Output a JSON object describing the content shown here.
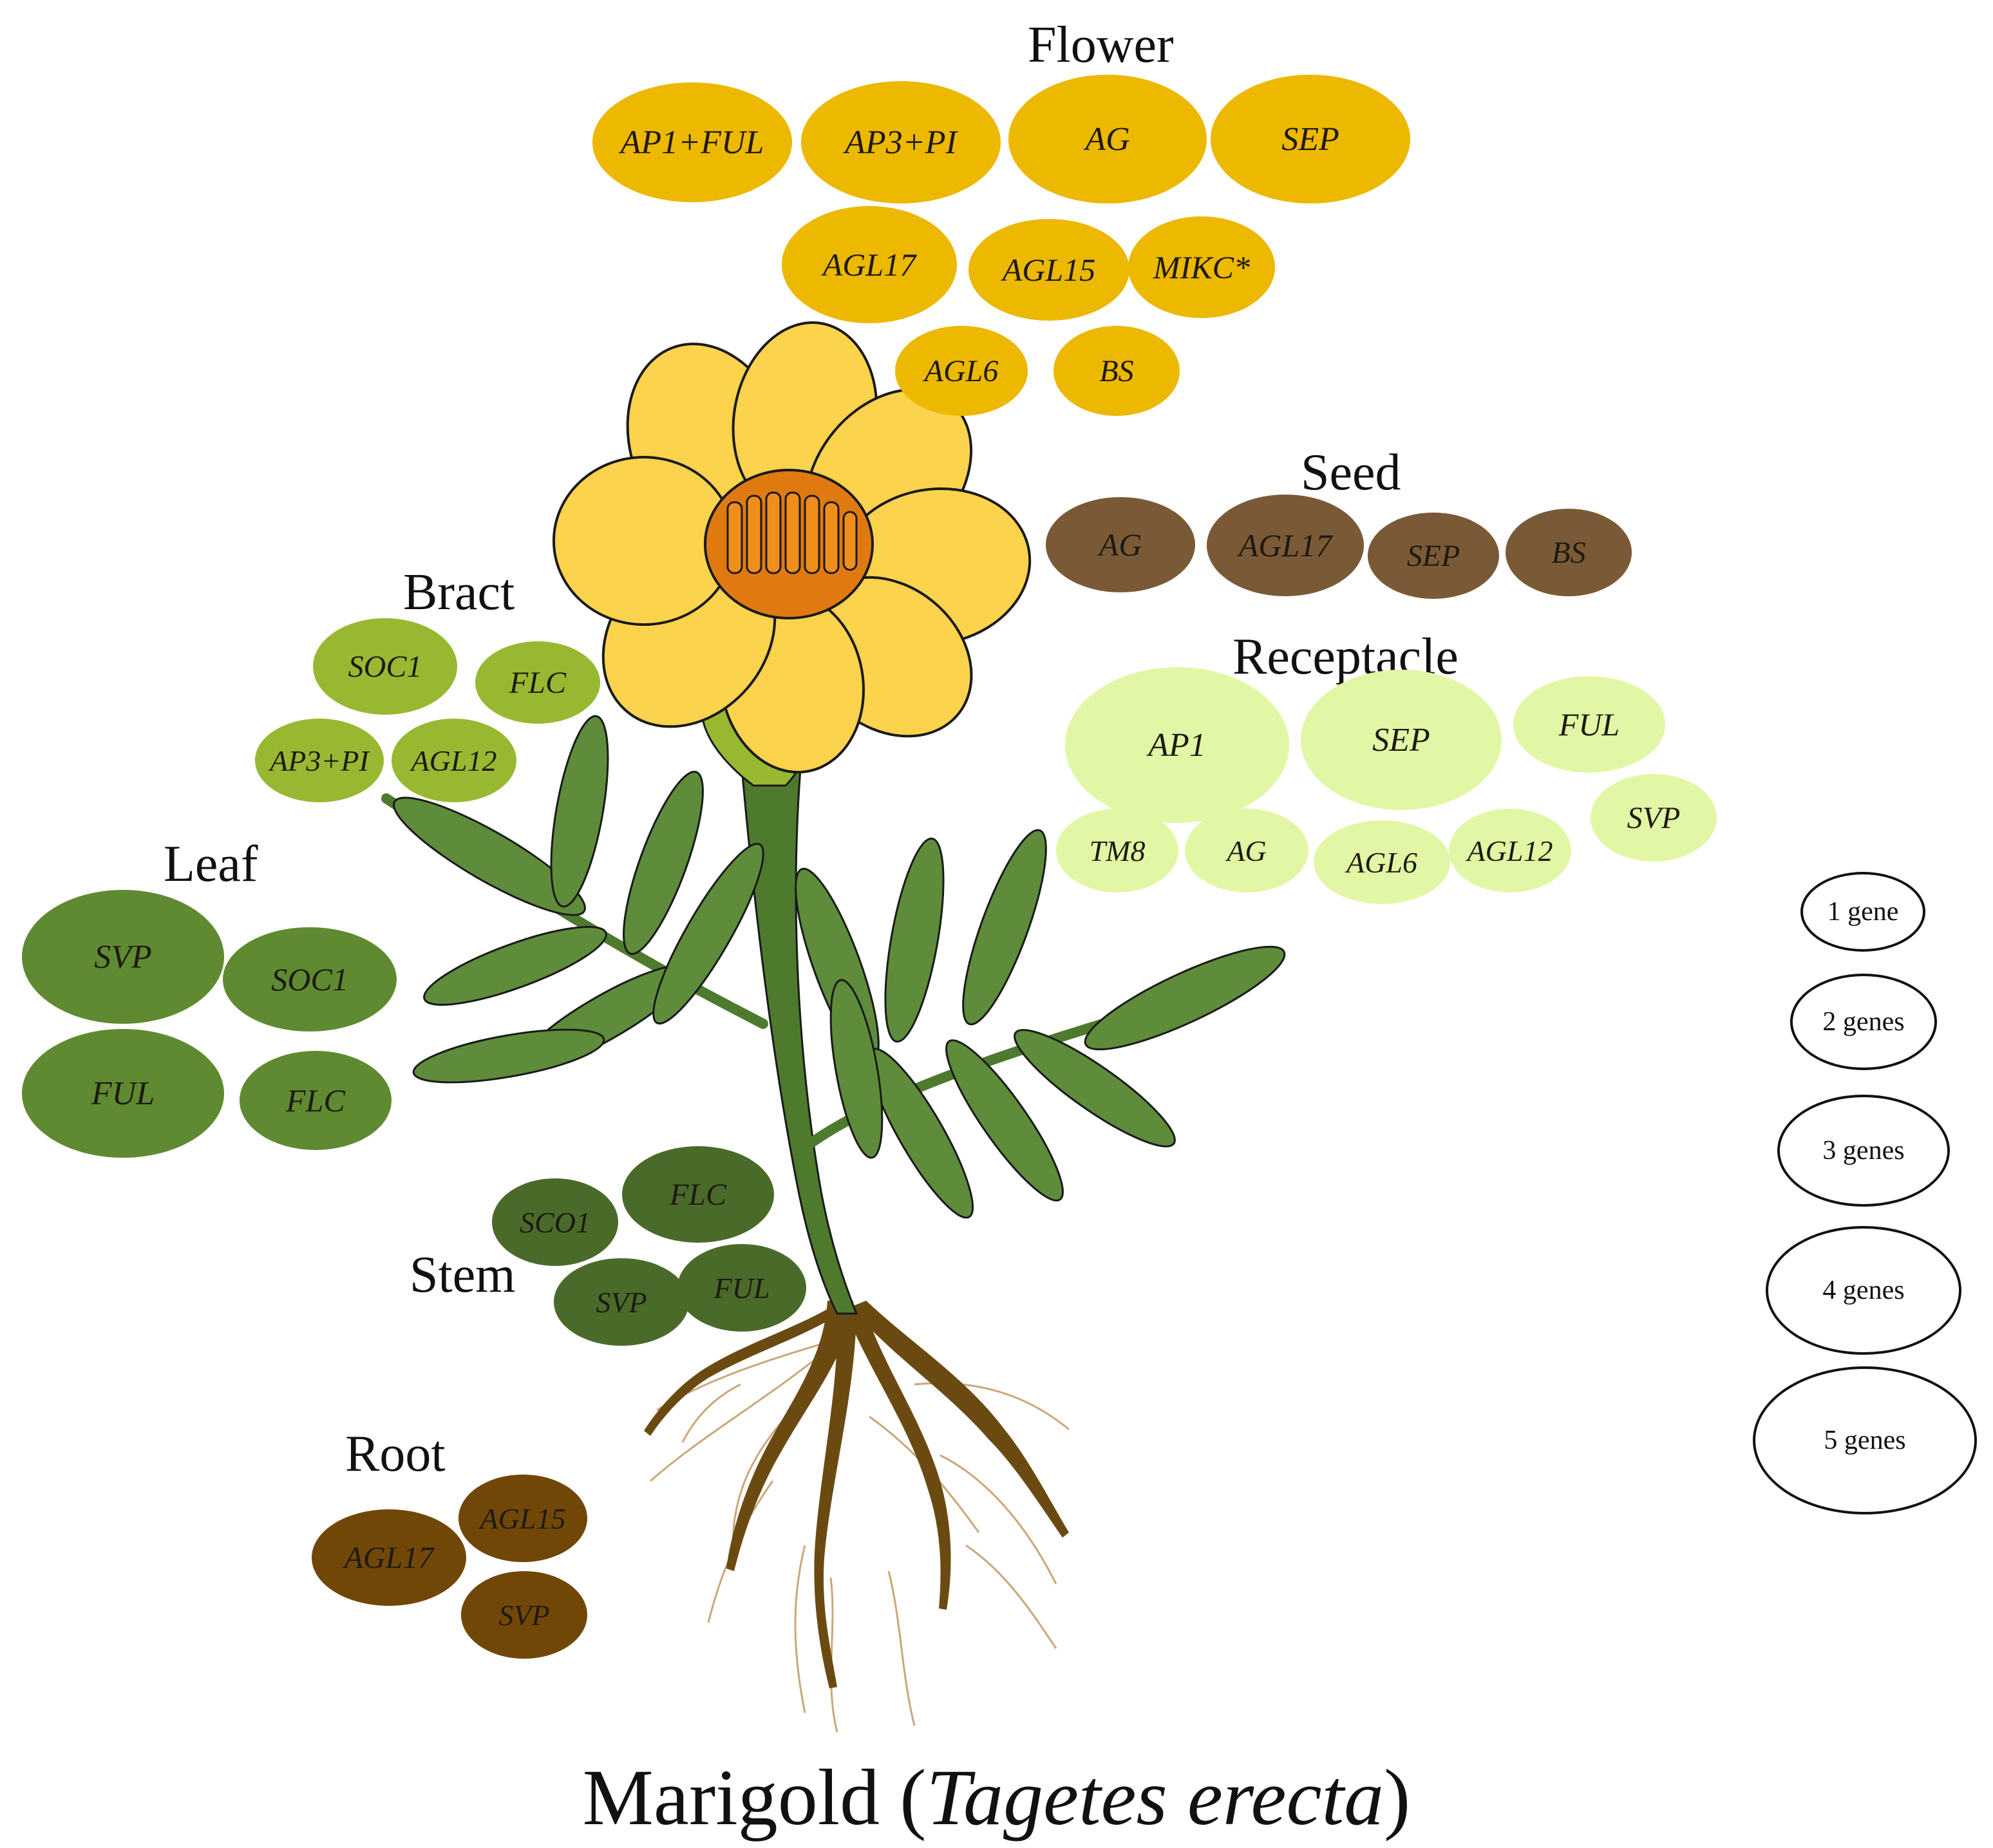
{
  "title": {
    "common": "Marigold (",
    "species": "Tagetes erecta",
    "close": ")"
  },
  "organs": {
    "flower": {
      "label": "Flower",
      "color": "#ECB800",
      "genes": [
        "AP1+FUL",
        "AP3+PI",
        "AG",
        "SEP",
        "AGL17",
        "AGL15",
        "MIKC*",
        "AGL6",
        "BS"
      ]
    },
    "seed": {
      "label": "Seed",
      "color": "#7A5A36",
      "genes": [
        "AG",
        "AGL17",
        "SEP",
        "BS"
      ]
    },
    "bract": {
      "label": "Bract",
      "color": "#99B832",
      "genes": [
        "SOC1",
        "FLC",
        "AP3+PI",
        "AGL12"
      ]
    },
    "receptacle": {
      "label": "Receptacle",
      "color": "#E2F7A5",
      "genes": [
        "AP1",
        "SEP",
        "FUL",
        "SVP",
        "TM8",
        "AG",
        "AGL6",
        "AGL12"
      ]
    },
    "leaf": {
      "label": "Leaf",
      "color": "#5F8A31",
      "genes": [
        "SVP",
        "SOC1",
        "FUL",
        "FLC"
      ]
    },
    "stem": {
      "label": "Stem",
      "color": "#4A6A2A",
      "genes": [
        "FLC",
        "SCO1",
        "SVP",
        "FUL"
      ]
    },
    "root": {
      "label": "Root",
      "color": "#714708",
      "genes": [
        "AGL15",
        "AGL17",
        "SVP"
      ]
    }
  },
  "legend": [
    "1 gene",
    "2 genes",
    "3 genes",
    "4 genes",
    "5 genes"
  ]
}
